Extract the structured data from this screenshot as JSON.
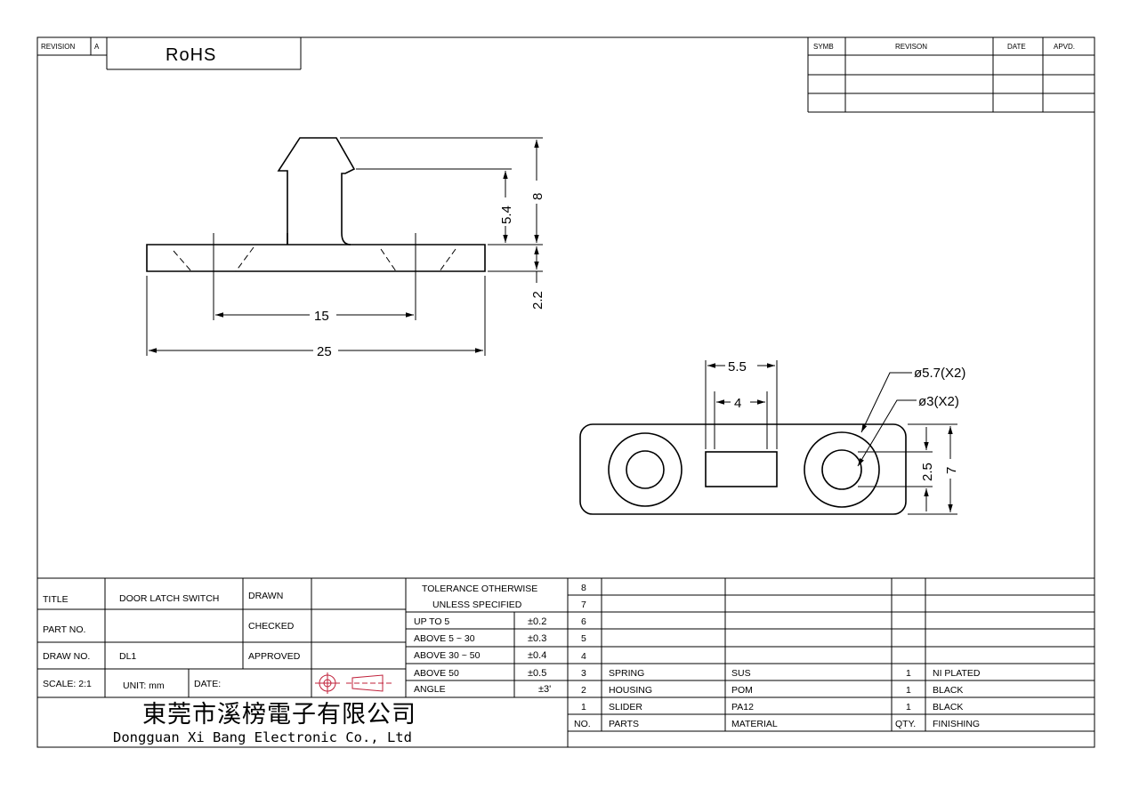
{
  "revision_box": {
    "label": "REVISION",
    "value": "A",
    "rohs": "RoHS"
  },
  "revision_table": {
    "headers": [
      "SYMB",
      "REVISON",
      "DATE",
      "APVD."
    ]
  },
  "dimensions": {
    "d8": "8",
    "d5_4": "5.4",
    "d2_2": "2.2",
    "d15": "15",
    "d25": "25",
    "d5_5": "5.5",
    "d4": "4",
    "dia57": "ø5.7(X2)",
    "dia3": "ø3(X2)",
    "d2_5": "2.5",
    "d7": "7"
  },
  "title_block": {
    "title_label": "TITLE",
    "title_value": "DOOR LATCH SWITCH",
    "part_label": "PART NO.",
    "part_value": "",
    "draw_label": "DRAW NO.",
    "draw_value": "DL1",
    "scale": "SCALE: 2:1",
    "unit": "UNIT: mm",
    "date_label": "DATE:",
    "drawn": "DRAWN",
    "checked": "CHECKED",
    "approved": "APPROVED",
    "company_cn": "東莞市溪榜電子有限公司",
    "company_en": "Dongguan Xi Bang Electronic Co., Ltd"
  },
  "tolerance": {
    "header1": "TOLERANCE OTHERWISE",
    "header2": "UNLESS SPECIFIED",
    "rows": [
      {
        "label": "UP TO 5",
        "value": "±0.2"
      },
      {
        "label": "ABOVE 5 ~ 30",
        "value": "±0.3"
      },
      {
        "label": "ABOVE 30 ~ 50",
        "value": "±0.4"
      },
      {
        "label": "ABOVE 50",
        "value": "±0.5"
      },
      {
        "label": "ANGLE",
        "value": "±3'"
      }
    ]
  },
  "bom": {
    "headers": {
      "no": "NO.",
      "parts": "PARTS",
      "material": "MATERIAL",
      "qty": "QTY.",
      "finishing": "FINISHING"
    },
    "rows": [
      {
        "no": "8",
        "part": "",
        "material": "",
        "qty": "",
        "finishing": ""
      },
      {
        "no": "7",
        "part": "",
        "material": "",
        "qty": "",
        "finishing": ""
      },
      {
        "no": "6",
        "part": "",
        "material": "",
        "qty": "",
        "finishing": ""
      },
      {
        "no": "5",
        "part": "",
        "material": "",
        "qty": "",
        "finishing": ""
      },
      {
        "no": "4",
        "part": "",
        "material": "",
        "qty": "",
        "finishing": ""
      },
      {
        "no": "3",
        "part": "SPRING",
        "material": "SUS",
        "qty": "1",
        "finishing": "NI PLATED"
      },
      {
        "no": "2",
        "part": "HOUSING",
        "material": "POM",
        "qty": "1",
        "finishing": "BLACK"
      },
      {
        "no": "1",
        "part": "SLIDER",
        "material": "PA12",
        "qty": "1",
        "finishing": "BLACK"
      }
    ]
  }
}
